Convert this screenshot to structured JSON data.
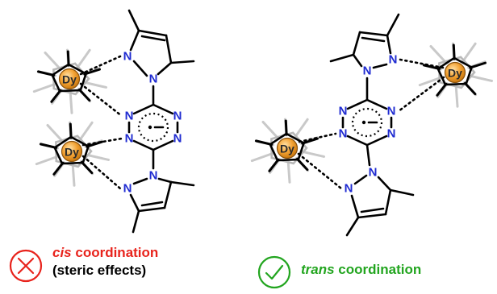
{
  "labels": {
    "dy": "Dy",
    "n": "N"
  },
  "captions": {
    "cis": {
      "keyword": "cis",
      "rest": " coordination",
      "note": "(steric effects)",
      "icon": "cross-in-circle-icon",
      "color": "#e8231c"
    },
    "trans": {
      "keyword": "trans",
      "rest": " coordination",
      "icon": "check-in-circle-icon",
      "color": "#22a51f"
    }
  },
  "colors": {
    "nitrogen": "#1f2bd1",
    "dysprosium": "#f2a02e",
    "bond": "#000000",
    "methyl_back": "#c9c9c9"
  }
}
